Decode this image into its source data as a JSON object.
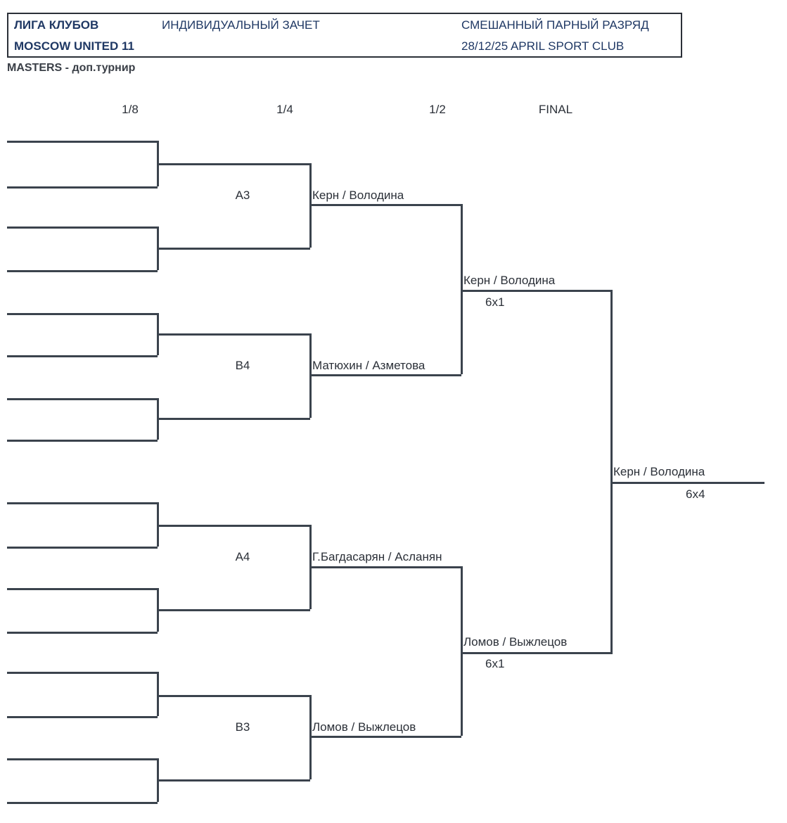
{
  "header": {
    "league": "ЛИГА КЛУБОВ",
    "individual": "ИНДИВИДУАЛЬНЫЙ ЗАЧЕТ",
    "discipline": "СМЕШАННЫЙ ПАРНЫЙ РАЗРЯД",
    "team": "MOSCOW UNITED 11",
    "date_venue": "28/12/25  APRIL SPORT CLUB",
    "subtitle": "MASTERS - доп.турнир",
    "text_color": "#1F3864",
    "subtitle_color": "#3A3F47"
  },
  "rounds": [
    {
      "key": "r8",
      "label": "1/8"
    },
    {
      "key": "r4",
      "label": "1/4"
    },
    {
      "key": "r2",
      "label": "1/2"
    },
    {
      "key": "final",
      "label": "FINAL"
    }
  ],
  "bracket": {
    "line_color": "#3B434D",
    "quarterfinals": [
      {
        "seed": "A3",
        "winner": "Керн / Володина"
      },
      {
        "seed": "B4",
        "winner": "Матюхин / Азметова"
      },
      {
        "seed": "A4",
        "winner": "Г.Багдасарян / Асланян"
      },
      {
        "seed": "B3",
        "winner": "Ломов / Выжлецов"
      }
    ],
    "semifinals": [
      {
        "winner": "Керн / Володина",
        "score": "6x1"
      },
      {
        "winner": "Ломов / Выжлецов",
        "score": "6x1"
      }
    ],
    "final": {
      "winner": "Керн / Володина",
      "score": "6x4"
    }
  }
}
